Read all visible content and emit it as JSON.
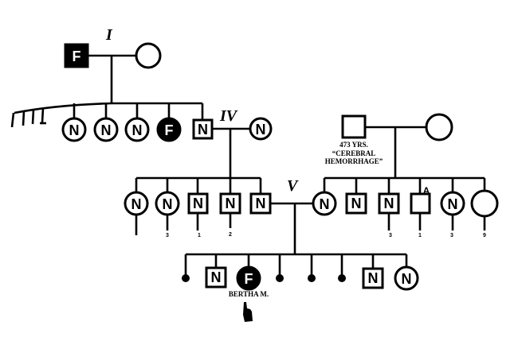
{
  "diagram": {
    "type": "pedigree",
    "generation_labels": {
      "I": "I",
      "IV": "IV",
      "V": "V"
    },
    "legend_marks": {
      "affected": "F",
      "normal": "N"
    },
    "gen1": {
      "father": {
        "sex": "male",
        "affected": true,
        "mark": "F"
      },
      "mother": {
        "sex": "female",
        "affected": false,
        "mark": ""
      }
    },
    "gen2": {
      "unnamed_sibling_count": 4,
      "children": [
        {
          "sex": "female",
          "mark": "N",
          "affected": false
        },
        {
          "sex": "female",
          "mark": "N",
          "affected": false
        },
        {
          "sex": "female",
          "mark": "N",
          "affected": false
        },
        {
          "sex": "female",
          "mark": "F",
          "affected": true
        },
        {
          "sex": "male",
          "mark": "N",
          "affected": false
        }
      ],
      "spouse": {
        "sex": "female",
        "mark": "N",
        "affected": false
      }
    },
    "in_laws": {
      "father": {
        "sex": "male",
        "mark": "",
        "note_line1": "473 YRS.",
        "note_line2": "“CEREBRAL",
        "note_line3": "HEMORRHAGE”"
      },
      "mother": {
        "sex": "female",
        "mark": ""
      }
    },
    "gen3_left": [
      {
        "sex": "female",
        "mark": "N",
        "child_count": ""
      },
      {
        "sex": "female",
        "mark": "N",
        "child_count": "3"
      },
      {
        "sex": "male",
        "mark": "N",
        "child_count": "1"
      },
      {
        "sex": "male",
        "mark": "N",
        "child_count": "2"
      },
      {
        "sex": "male",
        "mark": "N",
        "child_count": ""
      }
    ],
    "gen3_right": [
      {
        "sex": "female",
        "mark": "N",
        "child_count": ""
      },
      {
        "sex": "male",
        "mark": "N",
        "child_count": ""
      },
      {
        "sex": "male",
        "mark": "N",
        "child_count": "3"
      },
      {
        "sex": "male",
        "mark": "",
        "label": "A",
        "child_count": "1"
      },
      {
        "sex": "female",
        "mark": "N",
        "child_count": "3"
      },
      {
        "sex": "female",
        "mark": "",
        "child_count": "9"
      }
    ],
    "gen4": [
      {
        "sex": "unknown",
        "mark": ""
      },
      {
        "sex": "male",
        "mark": "N"
      },
      {
        "sex": "female",
        "mark": "F",
        "affected": true,
        "name": "BERTHA M.",
        "proband": true
      },
      {
        "sex": "unknown",
        "mark": ""
      },
      {
        "sex": "unknown",
        "mark": ""
      },
      {
        "sex": "unknown",
        "mark": ""
      },
      {
        "sex": "male",
        "mark": "N"
      },
      {
        "sex": "female",
        "mark": "N"
      }
    ],
    "colors": {
      "ink": "#000000",
      "paper": "#ffffff"
    }
  }
}
